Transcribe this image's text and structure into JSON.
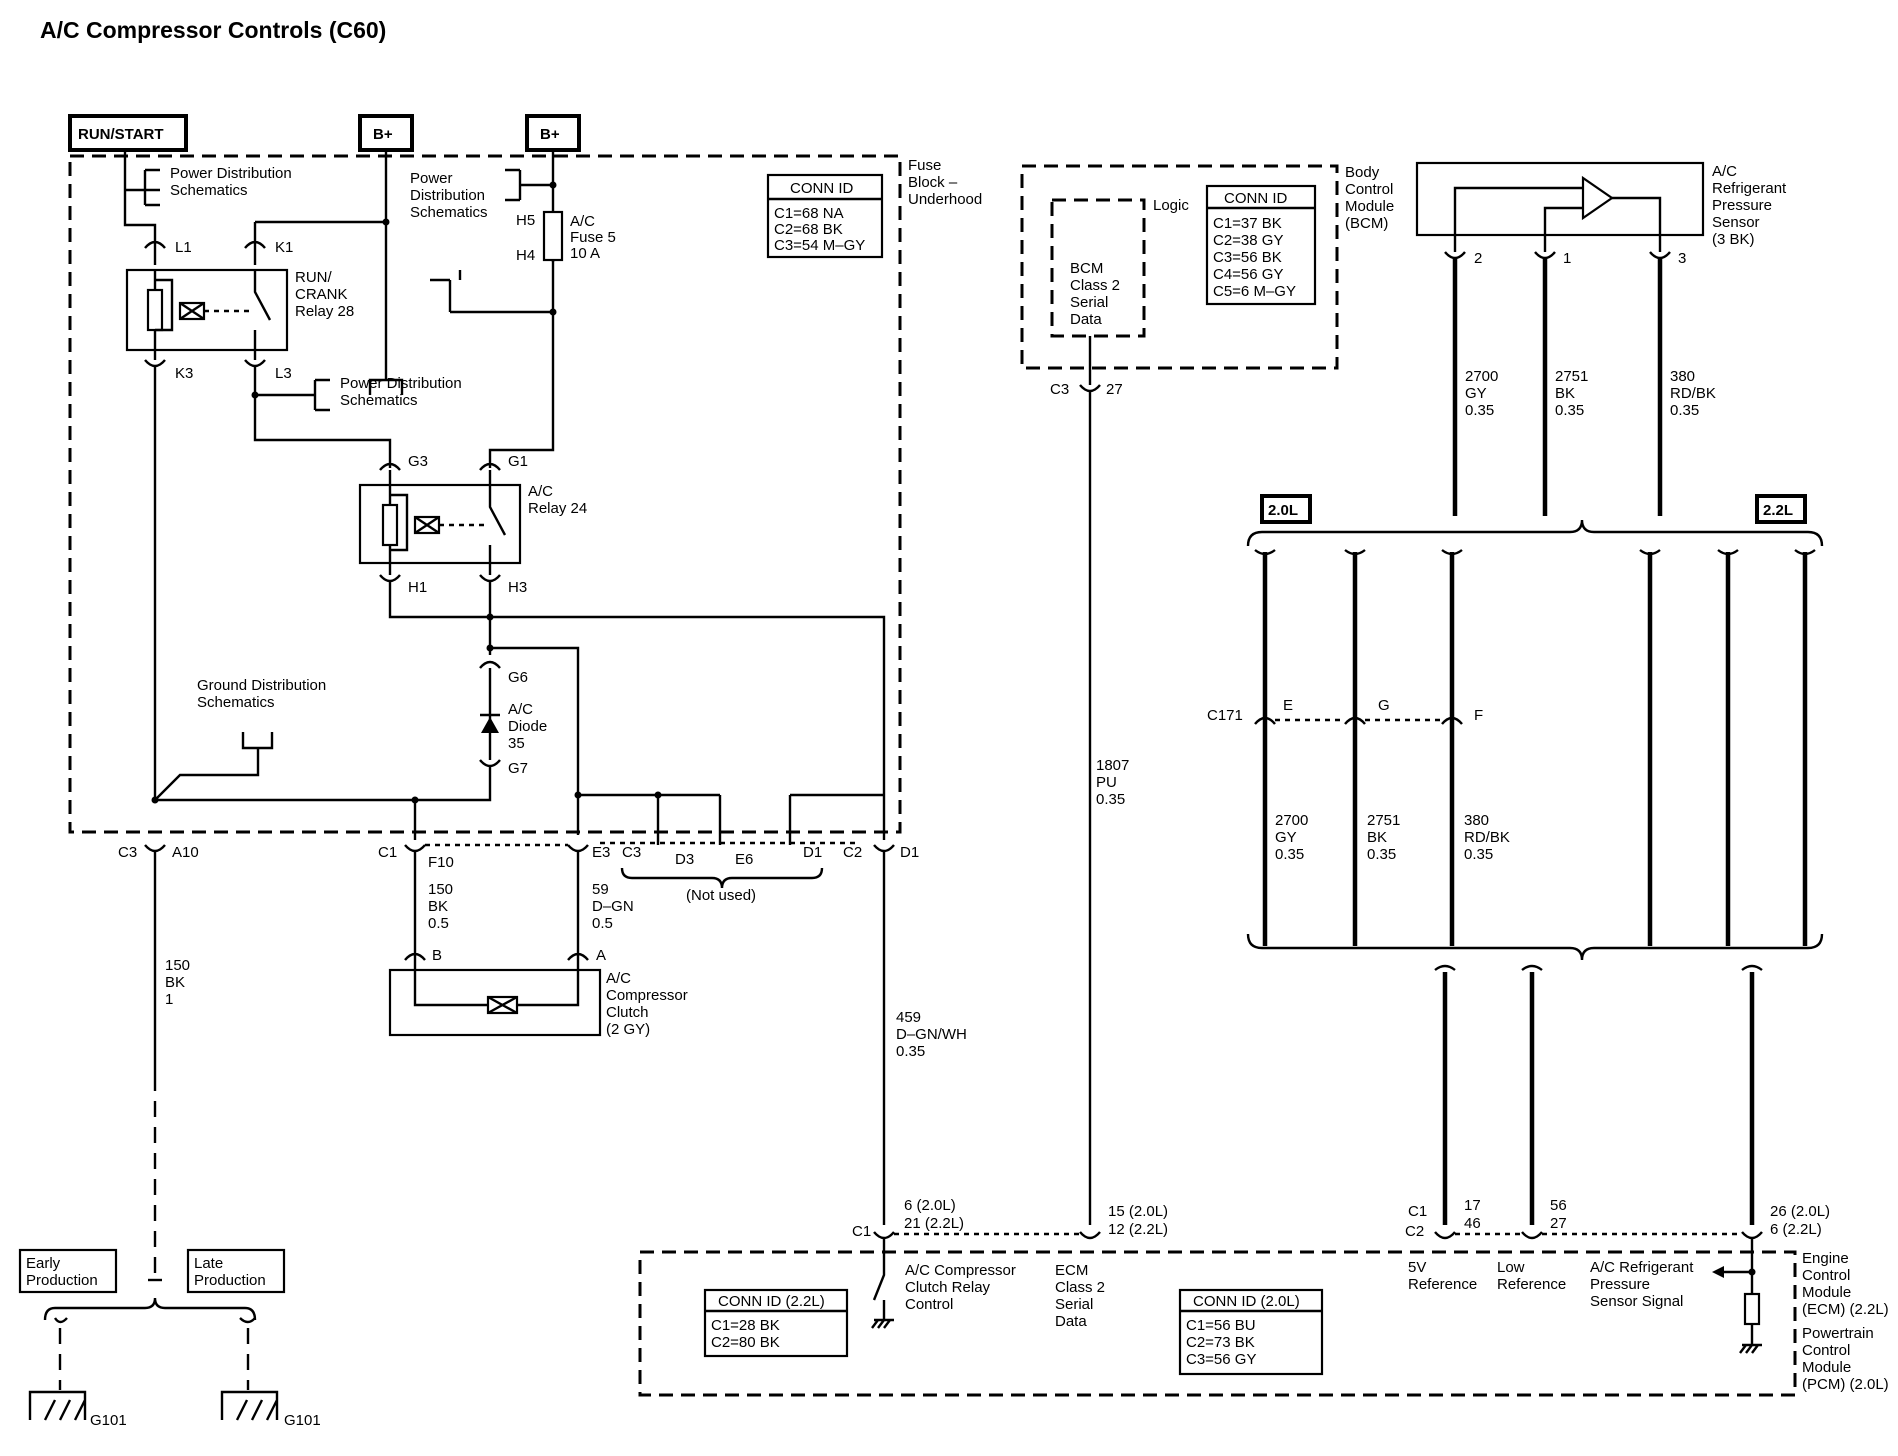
{
  "title": "A/C Compressor Controls (C60)",
  "supplies": {
    "run_start": "RUN/START",
    "bplus_1": "B+",
    "bplus_2": "B+"
  },
  "fuse_block": {
    "name_line1": "Fuse",
    "name_line2": "Block –",
    "name_line3": "Underhood",
    "conn_id": {
      "header": "CONN ID",
      "c1": "C1=68 NA",
      "c2": "C2=68 BK",
      "c3": "C3=54 M–GY"
    },
    "pd_schem_1_line1": "Power Distribution",
    "pd_schem_1_line2": "Schematics",
    "pd_schem_2_line1": "Power",
    "pd_schem_2_line2": "Distribution",
    "pd_schem_2_line3": "Schematics",
    "pd_schem_3_line1": "Power Distribution",
    "pd_schem_3_line2": "Schematics",
    "ground_dist_line1": "Ground Distribution",
    "ground_dist_line2": "Schematics",
    "run_crank_relay": {
      "line1": "RUN/",
      "line2": "CRANK",
      "line3": "Relay 28",
      "l1": "L1",
      "k1": "K1",
      "k3": "K3",
      "l3": "L3"
    },
    "ac_fuse": {
      "line1": "A/C",
      "line2": "Fuse 5",
      "line3": "10 A",
      "h5": "H5",
      "h4": "H4"
    },
    "ac_relay": {
      "line1": "A/C",
      "line2": "Relay 24",
      "g3": "G3",
      "g1": "G1",
      "h1": "H1",
      "h3": "H3"
    },
    "ac_diode": {
      "line1": "A/C",
      "line2": "Diode",
      "line3": "35",
      "g6": "G6",
      "g7": "G7"
    },
    "bottom_pins": {
      "c3": "C3",
      "a10": "A10",
      "c1": "C1",
      "f10": "F10",
      "e3": "E3",
      "c3b": "C3",
      "d3": "D3",
      "e6": "E6",
      "d1": "D1",
      "c2": "C2",
      "d1b": "D1",
      "not_used": "(Not used)"
    }
  },
  "bcm": {
    "name_line1": "Body",
    "name_line2": "Control",
    "name_line3": "Module",
    "name_line4": "(BCM)",
    "logic": "Logic",
    "serial_line1": "BCM",
    "serial_line2": "Class 2",
    "serial_line3": "Serial",
    "serial_line4": "Data",
    "conn_id": {
      "header": "CONN ID",
      "c1": "C1=37 BK",
      "c2": "C2=38 GY",
      "c3": "C3=56 BK",
      "c4": "C4=56 GY",
      "c5": "C5=6 M–GY"
    },
    "pin_conn": "C3",
    "pin_num": "27"
  },
  "sensor": {
    "name_line1": "A/C",
    "name_line2": "Refrigerant",
    "name_line3": "Pressure",
    "name_line4": "Sensor",
    "name_line5": "(3 BK)",
    "pin2": "2",
    "pin1": "1",
    "pin3": "3"
  },
  "engine": {
    "label_20": "2.0L",
    "label_22": "2.2L"
  },
  "c171": {
    "name": "C171",
    "e": "E",
    "g": "G",
    "f": "F"
  },
  "wires": {
    "w2700_top": {
      "circuit": "2700",
      "color": "GY",
      "size": "0.35"
    },
    "w2751_top": {
      "circuit": "2751",
      "color": "BK",
      "size": "0.35"
    },
    "w380_top": {
      "circuit": "380",
      "color": "RD/BK",
      "size": "0.35"
    },
    "w2700_bot": {
      "circuit": "2700",
      "color": "GY",
      "size": "0.35"
    },
    "w2751_bot": {
      "circuit": "2751",
      "color": "BK",
      "size": "0.35"
    },
    "w380_bot": {
      "circuit": "380",
      "color": "RD/BK",
      "size": "0.35"
    },
    "w1807": {
      "circuit": "1807",
      "color": "PU",
      "size": "0.35"
    },
    "w459": {
      "circuit": "459",
      "color": "D–GN/WH",
      "size": "0.35"
    },
    "w150a": {
      "circuit": "150",
      "color": "BK",
      "size": "0.5"
    },
    "w59": {
      "circuit": "59",
      "color": "D–GN",
      "size": "0.5"
    },
    "w150b": {
      "circuit": "150",
      "color": "BK",
      "size": "1"
    }
  },
  "clutch": {
    "name_line1": "A/C",
    "name_line2": "Compressor",
    "name_line3": "Clutch",
    "name_line4": "(2 GY)",
    "pin_b": "B",
    "pin_a": "A"
  },
  "ground": {
    "early_line1": "Early",
    "early_line2": "Production",
    "late_line1": "Late",
    "late_line2": "Production",
    "g101_left": "G101",
    "g101_right": "G101"
  },
  "ecm": {
    "c1_label": "C1",
    "pin_459_20": "6 (2.0L)",
    "pin_459_22": "21 (2.2L)",
    "pin_1807_20": "15 (2.0L)",
    "pin_1807_22": "12 (2.2L)",
    "c1b": "C1",
    "c2b": "C2",
    "pin_5v_a": "17",
    "pin_5v_b": "46",
    "pin_low_a": "56",
    "pin_low_b": "27",
    "pin_sig_20": "26 (2.0L)",
    "pin_sig_22": "6 (2.2L)",
    "relay_ctrl_line1": "A/C Compressor",
    "relay_ctrl_line2": "Clutch Relay",
    "relay_ctrl_line3": "Control",
    "serial_line1": "ECM",
    "serial_line2": "Class 2",
    "serial_line3": "Serial",
    "serial_line4": "Data",
    "ref5v_line1": "5V",
    "ref5v_line2": "Reference",
    "low_line1": "Low",
    "low_line2": "Reference",
    "signal_line1": "A/C Refrigerant",
    "signal_line2": "Pressure",
    "signal_line3": "Sensor Signal",
    "conn22": {
      "header": "CONN ID (2.2L)",
      "c1": "C1=28 BK",
      "c2": "C2=80 BK"
    },
    "conn20": {
      "header": "CONN ID (2.0L)",
      "c1": "C1=56 BU",
      "c2": "C2=73 BK",
      "c3": "C3=56 GY"
    },
    "ecm_line1": "Engine",
    "ecm_line2": "Control",
    "ecm_line3": "Module",
    "ecm_line4": "(ECM) (2.2L)",
    "pcm_line1": "Powertrain",
    "pcm_line2": "Control",
    "pcm_line3": "Module",
    "pcm_line4": "(PCM) (2.0L)"
  }
}
